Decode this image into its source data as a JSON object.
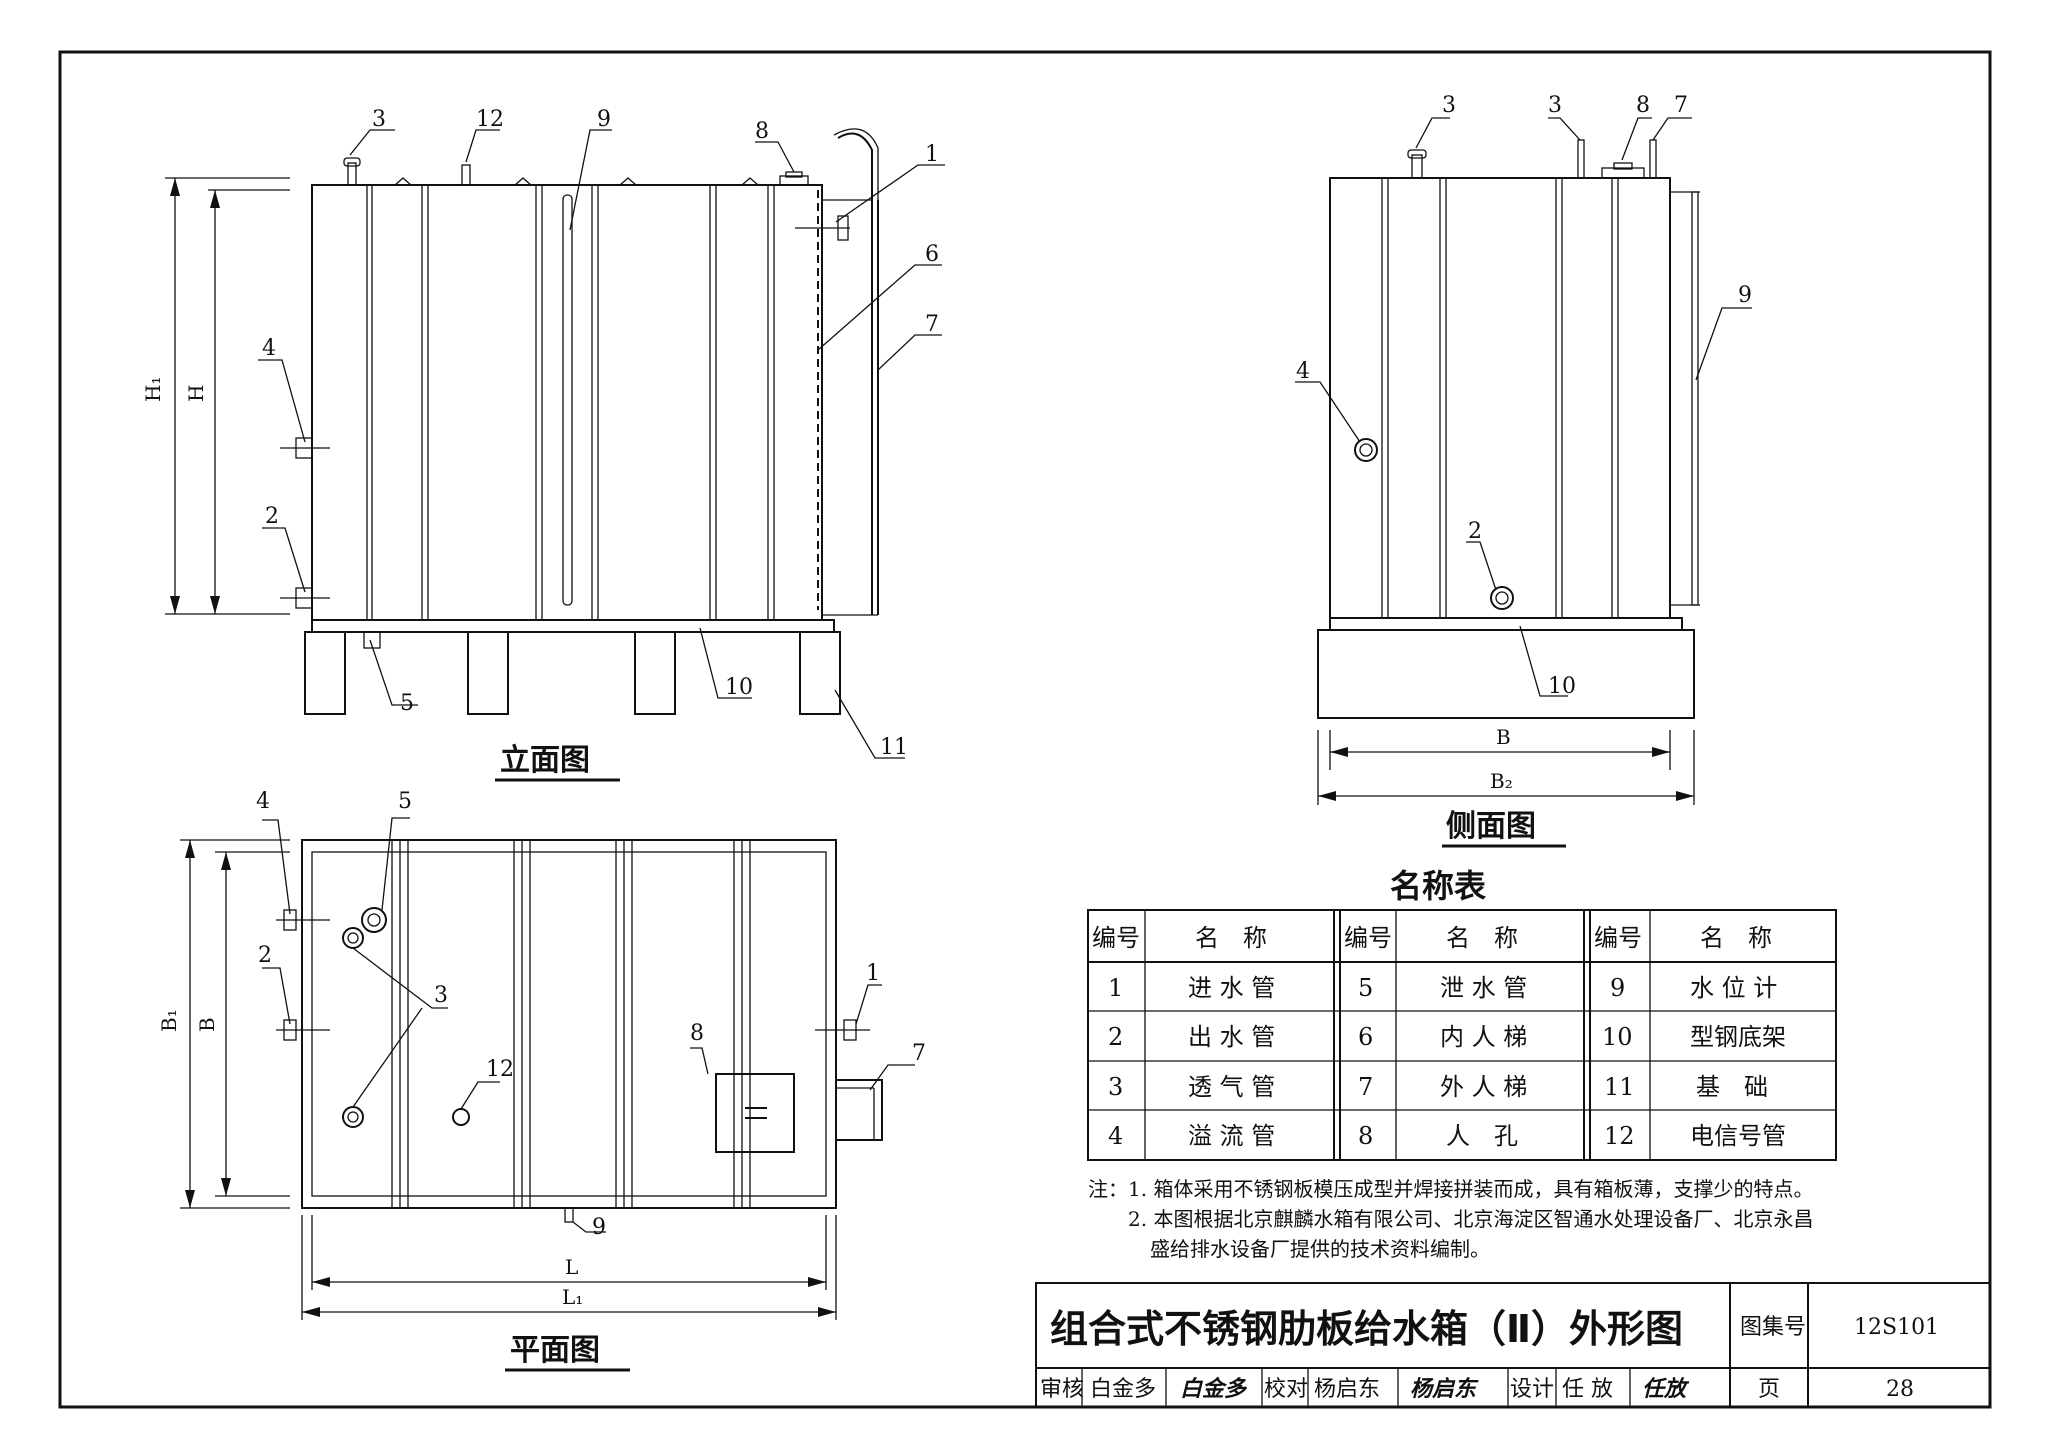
{
  "views": {
    "elevation_title": "立面图",
    "side_title": "侧面图",
    "plan_title": "平面图"
  },
  "dimensions": {
    "H1": "H₁",
    "H": "H",
    "B": "B",
    "B2": "B₂",
    "B1": "B₁",
    "L": "L",
    "L1": "L₁"
  },
  "callouts": {
    "elevation": [
      "3",
      "12",
      "9",
      "8",
      "1",
      "6",
      "7",
      "4",
      "2",
      "5",
      "10",
      "11"
    ],
    "side": [
      "3",
      "3",
      "8",
      "7",
      "9",
      "4",
      "2",
      "10"
    ],
    "plan": [
      "4",
      "5",
      "2",
      "3",
      "8",
      "12",
      "1",
      "7",
      "9"
    ]
  },
  "name_table": {
    "title": "名称表",
    "header_no": "编号",
    "header_name": "名　称",
    "rows": [
      [
        {
          "no": "1",
          "name": "进 水 管"
        },
        {
          "no": "5",
          "name": "泄 水 管"
        },
        {
          "no": "9",
          "name": "水 位 计"
        }
      ],
      [
        {
          "no": "2",
          "name": "出 水 管"
        },
        {
          "no": "6",
          "name": "内 人 梯"
        },
        {
          "no": "10",
          "name": "型钢底架"
        }
      ],
      [
        {
          "no": "3",
          "name": "透 气 管"
        },
        {
          "no": "7",
          "name": "外 人 梯"
        },
        {
          "no": "11",
          "name": "基　础"
        }
      ],
      [
        {
          "no": "4",
          "name": "溢 流 管"
        },
        {
          "no": "8",
          "name": "人　孔"
        },
        {
          "no": "12",
          "name": "电信号管"
        }
      ]
    ]
  },
  "notes": {
    "prefix": "注：",
    "n1": "1. 箱体采用不锈钢板模压成型并焊接拼装而成，具有箱板薄，支撑少的特点。",
    "n2a": "2. 本图根据北京麒麟水箱有限公司、北京海淀区智通水处理设备厂、北京永昌",
    "n2b": "盛给排水设备厂提供的技术资料编制。"
  },
  "title_block": {
    "title": "组合式不锈钢肋板给水箱（Ⅱ）外形图",
    "atlas_label": "图集号",
    "atlas_no": "12S101",
    "review_label": "审核",
    "reviewer": "白金多",
    "reviewer_sig": "白金多",
    "check_label": "校对",
    "checker": "杨启东",
    "checker_sig": "杨启东",
    "design_label": "设计",
    "designer": "任 放",
    "designer_sig": "任放",
    "page_label": "页",
    "page_no": "28"
  }
}
